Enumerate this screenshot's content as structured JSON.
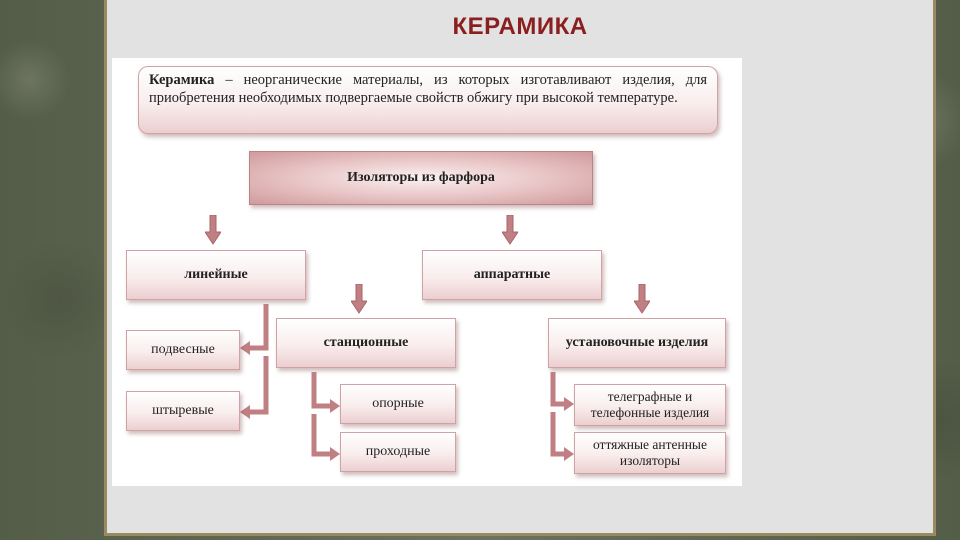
{
  "slide": {
    "title": "КЕРАМИКА"
  },
  "diagram": {
    "definition": {
      "term": "Керамика",
      "text": " – неорганические материалы, из которых изготавливают изделия, для приобретения необходимых подвергаемые свойств обжигу при высокой температуре."
    },
    "root": "Изоляторы из фарфора",
    "level1": {
      "linear": "линейные",
      "apparatus": "аппаратные"
    },
    "level2": {
      "station": "станционные",
      "installation": "установочные изделия"
    },
    "leaves": {
      "suspension": "подвесные",
      "pin": "штыревые",
      "support": "опорные",
      "bushing": "проходные",
      "telegraph": "телеграфные и телефонные изделия",
      "antenna": "оттяжные антенные изоляторы"
    },
    "colors": {
      "box_border": "#cfa3a5",
      "arrow_fill": "#c07f83",
      "arrow_stroke": "#a96568",
      "title": "#8b1f1f"
    }
  }
}
